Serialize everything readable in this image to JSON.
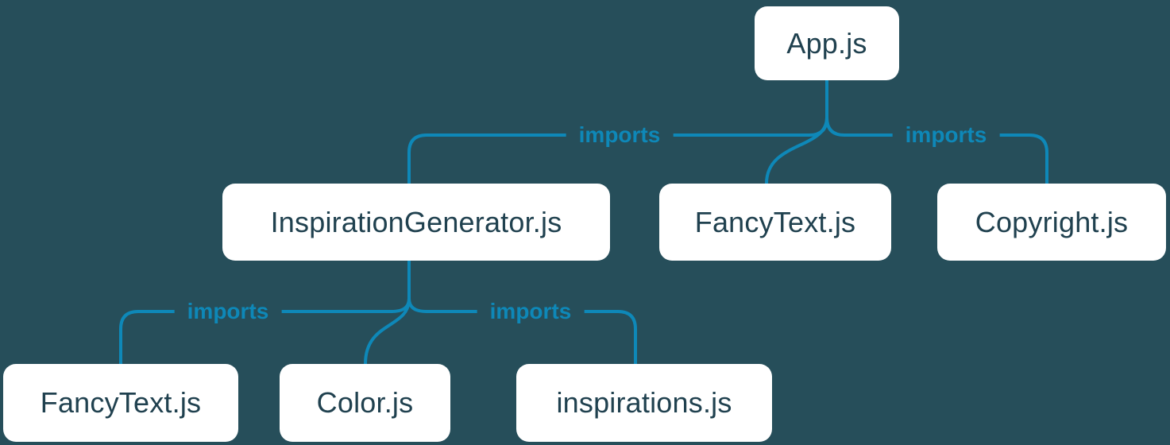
{
  "diagram": {
    "nodes": {
      "app": "App.js",
      "inspiration_generator": "InspirationGenerator.js",
      "fancy_text_top": "FancyText.js",
      "copyright": "Copyright.js",
      "fancy_text_bottom": "FancyText.js",
      "color": "Color.js",
      "inspirations": "inspirations.js"
    },
    "edge_labels": {
      "app_to_inspiration_generator": "imports",
      "app_to_copyright": "imports",
      "inspiration_generator_to_fancy_text": "imports",
      "inspiration_generator_to_inspirations": "imports"
    },
    "colors": {
      "background": "#264e5a",
      "line": "#0e88b8",
      "box_background": "#ffffff",
      "box_text": "#20414f"
    }
  }
}
